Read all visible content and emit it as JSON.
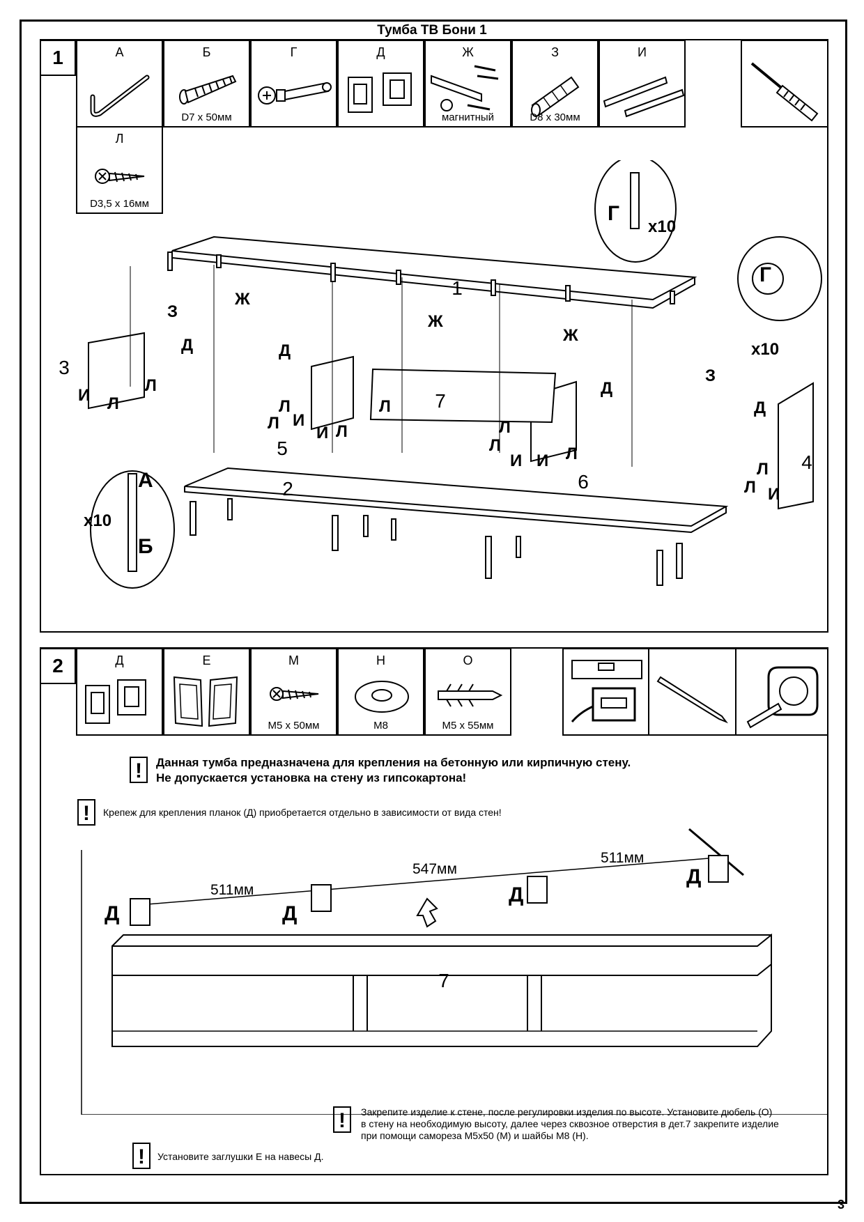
{
  "doc": {
    "title": "Тумба ТВ Бони 1",
    "page_number": "3"
  },
  "step1": {
    "number": "1",
    "parts": [
      {
        "letter": "А",
        "caption": "",
        "icon": "allen-key-icon"
      },
      {
        "letter": "Б",
        "caption": "D7 x 50мм",
        "icon": "confirmat-screw-icon"
      },
      {
        "letter": "Г",
        "caption": "",
        "icon": "cam-lock-icon"
      },
      {
        "letter": "Д",
        "caption": "",
        "icon": "wall-hanger-icon"
      },
      {
        "letter": "Ж",
        "caption": "магнитный",
        "icon": "magnetic-latch-icon"
      },
      {
        "letter": "З",
        "caption": "D8 x 30мм",
        "icon": "wooden-dowel-icon"
      },
      {
        "letter": "И",
        "caption": "",
        "icon": "slide-rail-icon"
      },
      {
        "letter": "Л",
        "caption": "D3,5 x 16мм",
        "icon": "wood-screw-icon"
      }
    ],
    "tool_icon": "screwdriver-icon",
    "callouts": {
      "g_top": "Г",
      "g_top_qty": "x10",
      "g_right": "Г",
      "g_right_qty": "x10",
      "a_left": "А",
      "a_left_qty": "x10",
      "b_left": "Б"
    },
    "panel_numbers": [
      "1",
      "2",
      "3",
      "4",
      "5",
      "6",
      "7"
    ],
    "labels": {
      "zh": "Ж",
      "z": "З",
      "d": "Д",
      "i": "И",
      "l": "Л"
    }
  },
  "step2": {
    "number": "2",
    "parts": [
      {
        "letter": "Д",
        "caption": "",
        "icon": "wall-hanger-icon"
      },
      {
        "letter": "Е",
        "caption": "",
        "icon": "hanger-cap-icon"
      },
      {
        "letter": "М",
        "caption": "M5 x 50мм",
        "icon": "screw-icon"
      },
      {
        "letter": "Н",
        "caption": "M8",
        "icon": "washer-icon"
      },
      {
        "letter": "О",
        "caption": "M5 x 55мм",
        "icon": "wall-plug-icon"
      }
    ],
    "tools": [
      "spirit-level-icon",
      "pencil-icon",
      "tape-measure-icon"
    ],
    "warning_main_line1": "Данная тумба предназначена для крепления на бетонную или кирпичную стену.",
    "warning_main_line2": "Не допускается установка на стену из гипсокартона!",
    "warning_fasteners": "Крепеж для крепления планок (Д) приобретается отдельно в зависимости от вида стен!",
    "dimensions": [
      "511мм",
      "547мм",
      "511мм"
    ],
    "hanger_label": "Д",
    "panel_number": "7",
    "instruction_line1": "Закрепите изделие к стене, после регулировки изделия по высоте. Установите дюбель (О)",
    "instruction_line2": "в стену на необходимую высоту, далее через сквозное отверстия в дет.7 закрепите изделие",
    "instruction_line3": "при помощи самореза М5х50 (М) и шайбы М8 (Н).",
    "caps_note": "Установите заглушки Е на навесы Д.",
    "warn_mark": "!"
  }
}
